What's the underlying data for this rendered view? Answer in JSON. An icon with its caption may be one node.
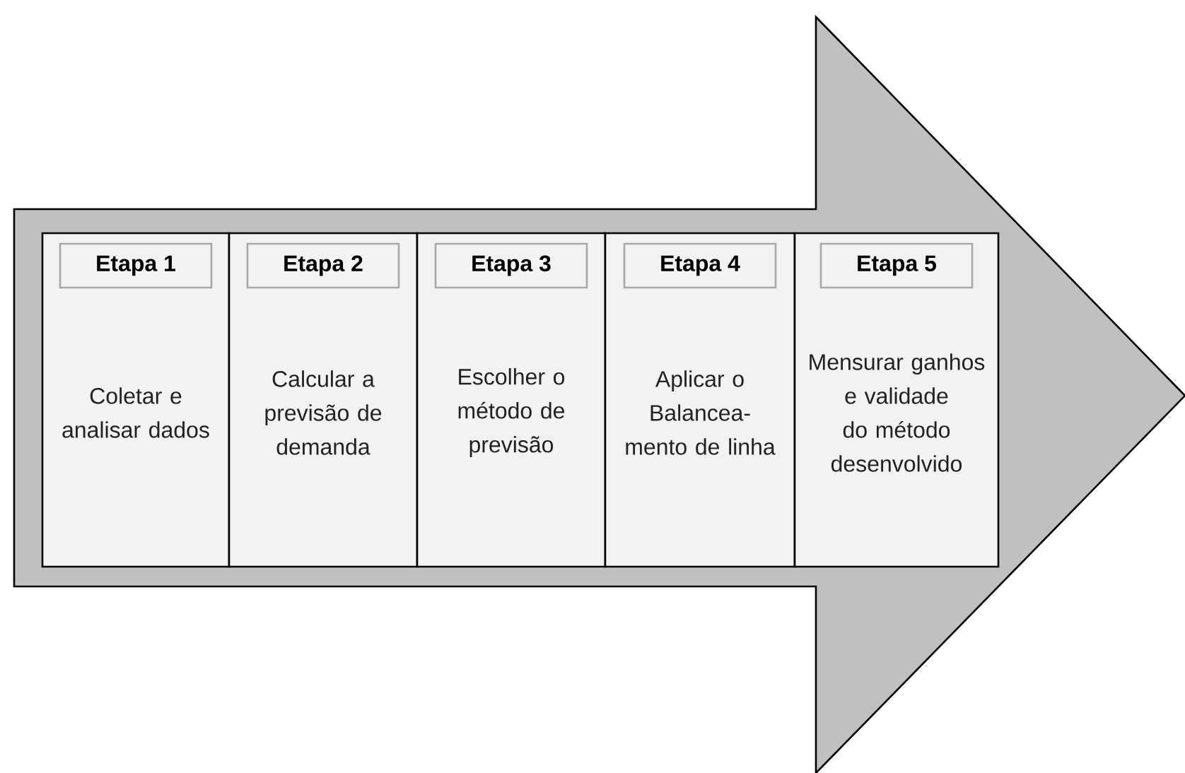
{
  "diagram": {
    "nodes": [
      {
        "text": [],
        "shape": "arrow"
      },
      {
        "text": [
          "Coletar e analisar dados"
        ],
        "in": 0
      },
      {
        "text": [
          "Etapa 1"
        ],
        "in": 1
      },
      {
        "text": [
          "Calcular a previsão de demanda"
        ],
        "in": 0
      },
      {
        "text": [
          "Etapa 2"
        ],
        "in": 3
      },
      {
        "text": [
          "Escolher o método de previsão"
        ],
        "in": 0
      },
      {
        "text": [
          "Etapa 3"
        ],
        "in": 5
      },
      {
        "text": [
          "Aplicar o Balancea-mento de linha"
        ],
        "in": 0
      },
      {
        "text": [
          "Etapa 4"
        ],
        "in": 7
      },
      {
        "text": [
          "Mensurar ganhos e validade do método desenvolvido"
        ],
        "in": 0
      },
      {
        "text": [
          "Etapa 5"
        ],
        "in": 9
      }
    ]
  }
}
